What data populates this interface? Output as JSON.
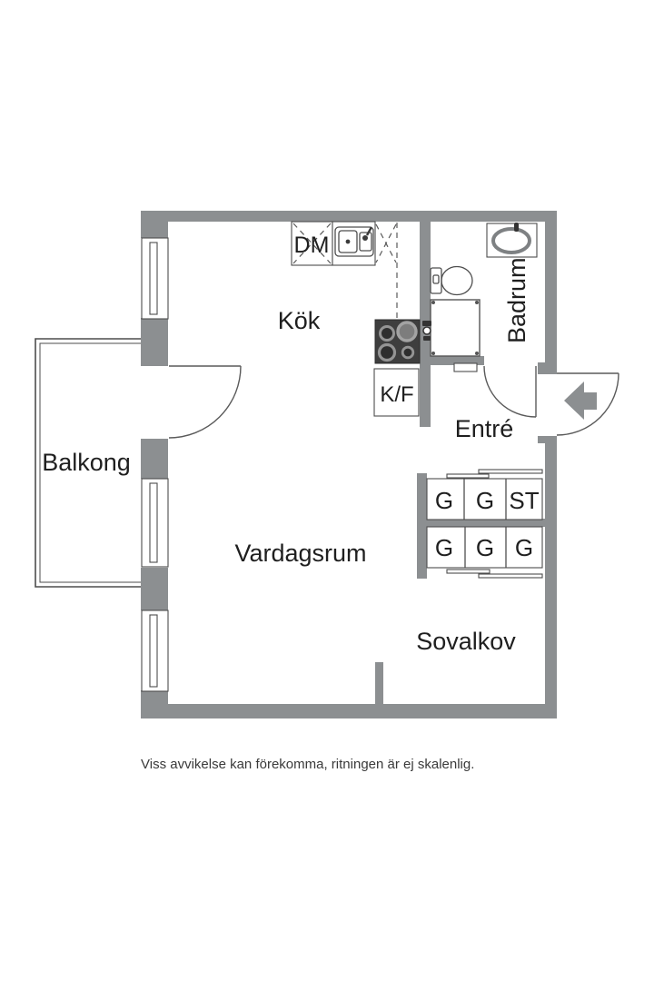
{
  "plan": {
    "rooms": {
      "kitchen": {
        "label": "Kök"
      },
      "bathroom": {
        "label": "Badrum"
      },
      "balcony": {
        "label": "Balkong"
      },
      "living_room": {
        "label": "Vardagsrum"
      },
      "entrance": {
        "label": "Entré"
      },
      "sleeping_alcove": {
        "label": "Sovalkov"
      }
    },
    "appliances": {
      "dishwasher": {
        "label": "DM"
      },
      "fridge_freezer": {
        "label": "K/F"
      }
    },
    "storage": {
      "top_row": [
        "G",
        "G",
        "ST"
      ],
      "bottom_row": [
        "G",
        "G",
        "G"
      ]
    },
    "icons": {
      "entrance_arrow": "left-arrow",
      "stove": "4-burner-cooktop",
      "kitchen_sink": "double-bowl-sink",
      "bathroom_sink": "oval-basin",
      "toilet": "toilet",
      "shower": "shower-square"
    }
  },
  "footer": {
    "disclaimer": "Viss avvikelse kan förekomma, ritningen är ej skalenlig."
  },
  "colors": {
    "wall": "#8c8f91",
    "outline": "#4d4d4d",
    "text": "#1f1f1f",
    "stove": "#3e3e3e",
    "background": "#ffffff"
  }
}
